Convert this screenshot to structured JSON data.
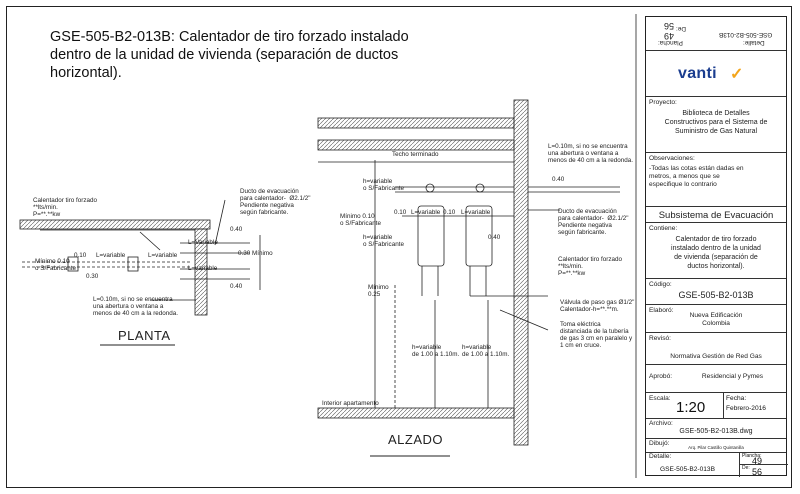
{
  "title": "GSE-505-B2-013B: Calentador de tiro forzado instalado dentro de la unidad de vivienda (separación de ductos horizontal).",
  "views": {
    "plan": "PLANTA",
    "elevation": "ALZADO"
  },
  "plan": {
    "heater": "Calentador tiro forzado\n**lts/min.\nP=**.**kw",
    "duct": "Ducto de evacuación\npara calentador-  Ø2.1/2\"\nPendiente negativa\nsegún fabricante.",
    "min_left": "Mínimo 0.10\no S/Fabricante",
    "d010": "0.10",
    "d030": "0.30",
    "lvar1": "L=variable",
    "lvar2": "L=variable",
    "lvar3": "L=Variable",
    "lvar4": "L=variable",
    "d040a": "0.40",
    "d040b": "0.40",
    "d030min": "0.30 Mínimo",
    "note": "L=0.10m, si no se encuentra\nuna abertura o ventana a\nmenos de 40 cm a la redonda."
  },
  "elevation": {
    "ceiling": "Techo terminado",
    "hvar1": "h=variable\no S/Fabricante",
    "hvar2": "h=variable\no S/Fabricante",
    "lvar_a": "L=variable",
    "lvar_b": "L=variable",
    "d010a": "0.10",
    "d010b": "0.10",
    "min010": "Mínimo 0.10\no S/Fabricante",
    "min025": "Mínimo\n0.25",
    "note": "L=0.10m, si no se encuentra\nuna abertura o ventana a\nmenos de 40 cm a la redonda.",
    "d040a": "0.40",
    "d040b": "0.40",
    "duct": "Ducto de evacuación\npara calentador-  Ø2.1/2\"\nPendiente negativa\nsegún fabricante.",
    "heater": "Calentador tiro forzado\n**lts/min.\nP=**.**kw",
    "valve": "Válvula de paso gas Ø1/2\"\nCalentador-h=**.**m.",
    "outlet": "Toma eléctrica\ndistanciada de la tubería\nde gas 3 cm en paralelo y\n1 cm en cruce.",
    "hv1": "h=variable\nde 1.00 a 1.10m.",
    "hv2": "h=variable\nde 1.00 a 1.10m.",
    "floor": "Interior apartamento"
  },
  "titleblock": {
    "sheet_label": "Detalle:",
    "sheet_code_rot": "GSE-505-B2-013B",
    "plancha_rot": "Plancha:",
    "plancha_num_rot": "49",
    "de_rot": "De:",
    "de_num_rot": "56",
    "brand": "vanti",
    "project_label": "Proyecto:",
    "project": "Biblioteca de Detalles\nConstructivos para el Sistema de\nSuministro de Gas Natural",
    "obs_label": "Observaciones:",
    "obs": "-Todas las cotas están dadas en\nmetros, a menos que se\nespecifique lo contrario",
    "subsystem": "Subsistema de Evacuación",
    "content_label": "Contiene:",
    "content": "Calentador de tiro forzado\ninstalado dentro de la unidad\nde vivienda (separación de\nductos horizontal).",
    "code_label": "Código:",
    "code": "GSE-505-B2-013B",
    "elab_label": "Elaboró:",
    "elab": "Nueva Edificación\nColombia",
    "rev_label": "Revisó:",
    "rev": "Normativa Gestión de Red Gas",
    "apr_label": "Aprobó:",
    "apr": "Residencial y Pymes",
    "scale_label": "Escala:",
    "scale": "1:20",
    "date_label": "Fecha:",
    "date": "Febrero-2016",
    "file_label": "Archivo:",
    "file": "GSE-505-B2-013B.dwg",
    "draw_label": "Dibujó:",
    "draw": "Arq. Pilar Castillo Quintanilla",
    "detail_label": "Detalle:",
    "detail": "GSE-505-B2-013B",
    "plancha_label": "Plancha:",
    "plancha": "49",
    "de_label": "De:",
    "de": "56"
  },
  "colors": {
    "line": "#222222",
    "brand": "#1b3d8f",
    "brand_accent": "#f3a51b"
  }
}
